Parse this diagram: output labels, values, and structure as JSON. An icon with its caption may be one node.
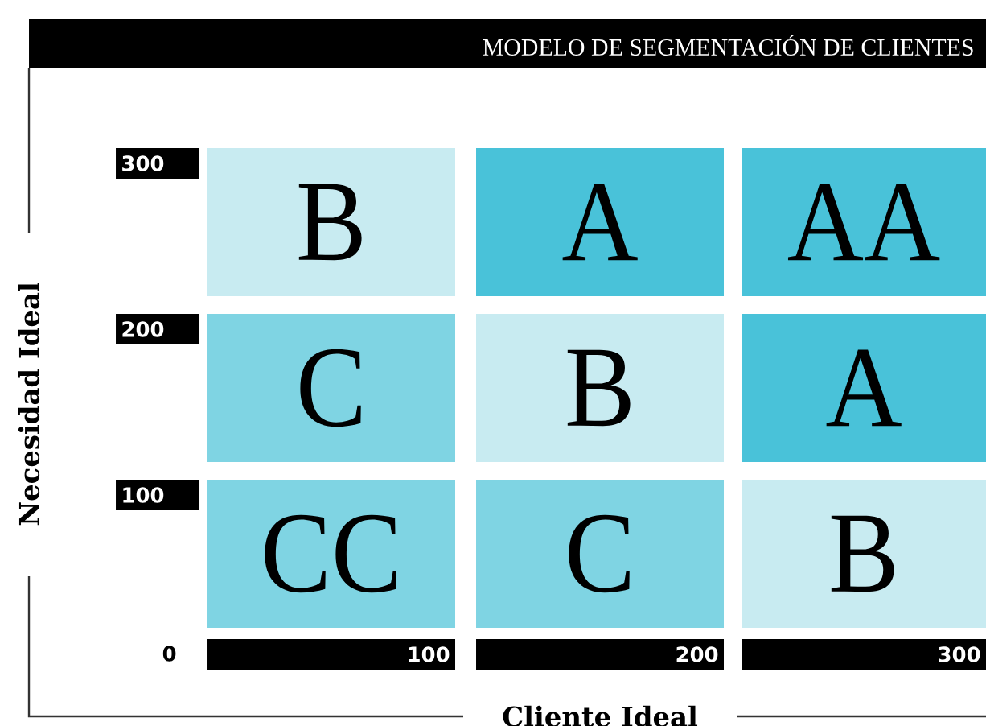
{
  "diagram": {
    "title": "MODELO DE SEGMENTACIÓN DE CLIENTES",
    "nodes": [
      {
        "text": [
          "B"
        ]
      },
      {
        "text": [
          "A"
        ]
      },
      {
        "text": [
          "AA"
        ]
      },
      {
        "text": [
          "C"
        ]
      },
      {
        "text": [
          "B"
        ]
      },
      {
        "text": [
          "A"
        ]
      },
      {
        "text": [
          "CC"
        ]
      },
      {
        "text": [
          "C"
        ]
      },
      {
        "text": [
          "B"
        ]
      }
    ],
    "labels": [
      "300",
      "200",
      "100",
      "0",
      "100",
      "200",
      "300",
      "Necesidad Ideal",
      "Cliente Ideal"
    ]
  }
}
